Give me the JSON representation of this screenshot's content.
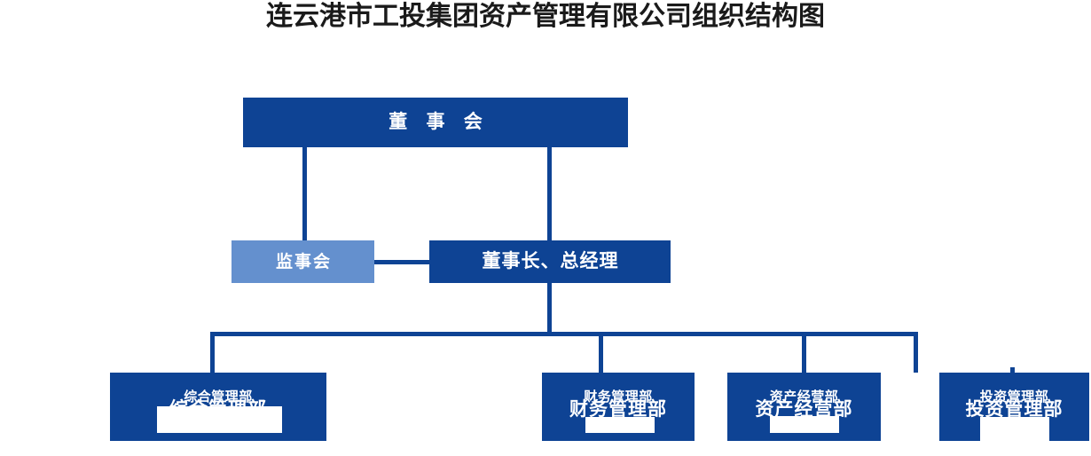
{
  "title": "连云港市工投集团资产管理有限公司组织结构图",
  "colors": {
    "primary_dark_blue": "#0E4394",
    "secondary_light_blue": "#6490CE",
    "connector": "#0E4394",
    "title_text": "#1A1A1A",
    "node_text": "#FFFFFF",
    "background": "#FFFFFF"
  },
  "nodes": {
    "board": {
      "label": "董 事 会",
      "level": 1,
      "style": "dark"
    },
    "supervisors": {
      "label": "监事会",
      "level": 2,
      "style": "light"
    },
    "chairman": {
      "label": "董事长、总经理",
      "level": 2,
      "style": "dark"
    }
  },
  "departments": [
    {
      "label": "综合管理部",
      "ghost_label": "综合管理部",
      "level": 3,
      "style": "dark"
    },
    {
      "label": "财务管理部",
      "ghost_label": "财务管理部",
      "level": 3,
      "style": "dark"
    },
    {
      "label": "资产经营部",
      "ghost_label": "资产经营部",
      "level": 3,
      "style": "dark"
    },
    {
      "label": "投资管理部",
      "ghost_label": "投资管理部",
      "level": 3,
      "style": "dark"
    }
  ],
  "chart_data": {
    "type": "diagram",
    "title": "连云港市工投集团资产管理有限公司组织结构图",
    "hierarchy": {
      "root": "董 事 会",
      "levels": [
        [
          "董 事 会"
        ],
        [
          "监事会",
          "董事长、总经理"
        ],
        [
          "综合管理部",
          "财务管理部",
          "资产经营部",
          "投资管理部"
        ]
      ],
      "edges": [
        {
          "from": "董 事 会",
          "to": "监事会"
        },
        {
          "from": "董 事 会",
          "to": "董事长、总经理"
        },
        {
          "from": "监事会",
          "to": "董事长、总经理",
          "relation": "lateral"
        },
        {
          "from": "董事长、总经理",
          "to": "综合管理部"
        },
        {
          "from": "董事长、总经理",
          "to": "财务管理部"
        },
        {
          "from": "董事长、总经理",
          "to": "资产经营部"
        },
        {
          "from": "董事长、总经理",
          "to": "投资管理部"
        }
      ]
    }
  }
}
